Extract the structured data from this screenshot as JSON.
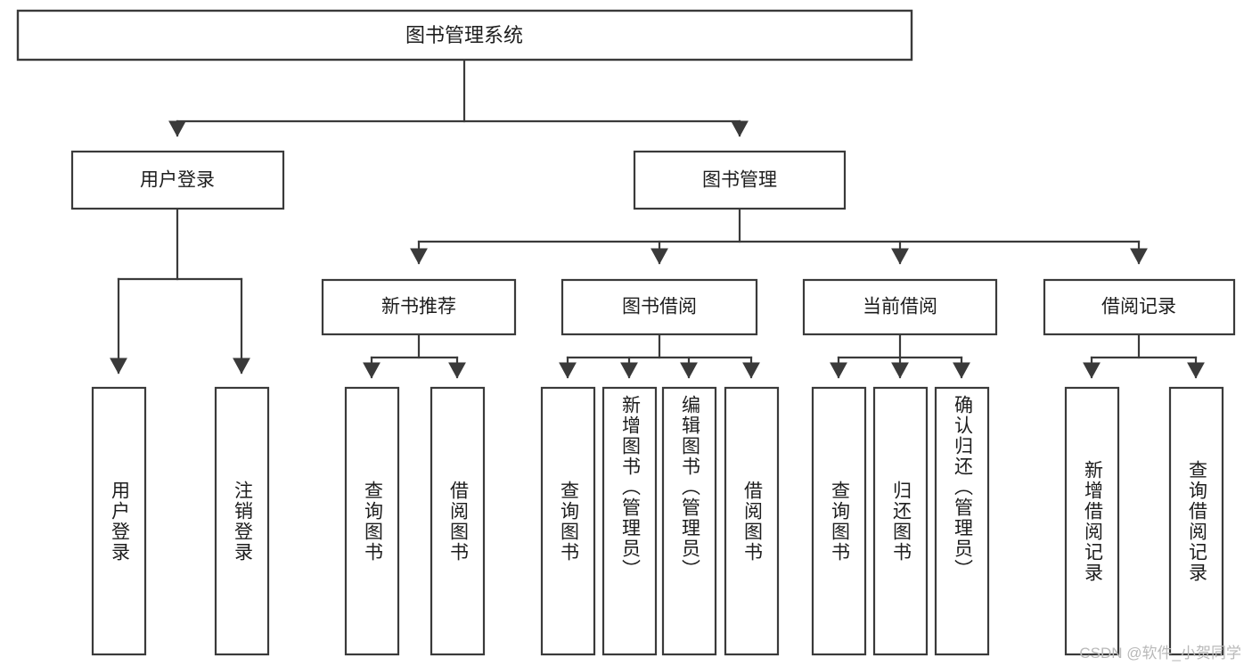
{
  "diagram": {
    "type": "tree",
    "title": "图书管理系统",
    "watermark": "CSDN @软件_小贺同学",
    "colors": {
      "stroke": "#3a3a3a",
      "fill": "#ffffff",
      "text": "#1d1d1d",
      "watermark": "#b9b9b9",
      "background": "#ffffff"
    },
    "nodes": {
      "root": {
        "label": "图书管理系统"
      },
      "level2": [
        {
          "label": "用户登录"
        },
        {
          "label": "图书管理"
        }
      ],
      "level3": [
        {
          "label": "新书推荐"
        },
        {
          "label": "图书借阅"
        },
        {
          "label": "当前借阅"
        },
        {
          "label": "借阅记录"
        }
      ],
      "leaves": {
        "user_login": [
          {
            "label": "用户登录"
          },
          {
            "label": "注销登录"
          }
        ],
        "new_book_recommend": [
          {
            "label": "查询图书"
          },
          {
            "label": "借阅图书"
          }
        ],
        "book_borrow": [
          {
            "label": "查询图书"
          },
          {
            "label": "新增图书（管理员）"
          },
          {
            "label": "编辑图书（管理员）"
          },
          {
            "label": "借阅图书"
          }
        ],
        "current_borrow": [
          {
            "label": "查询图书"
          },
          {
            "label": "归还图书"
          },
          {
            "label": "确认归还（管理员）"
          }
        ],
        "borrow_record": [
          {
            "label": "新增借阅记录"
          },
          {
            "label": "查询借阅记录"
          }
        ]
      }
    }
  }
}
